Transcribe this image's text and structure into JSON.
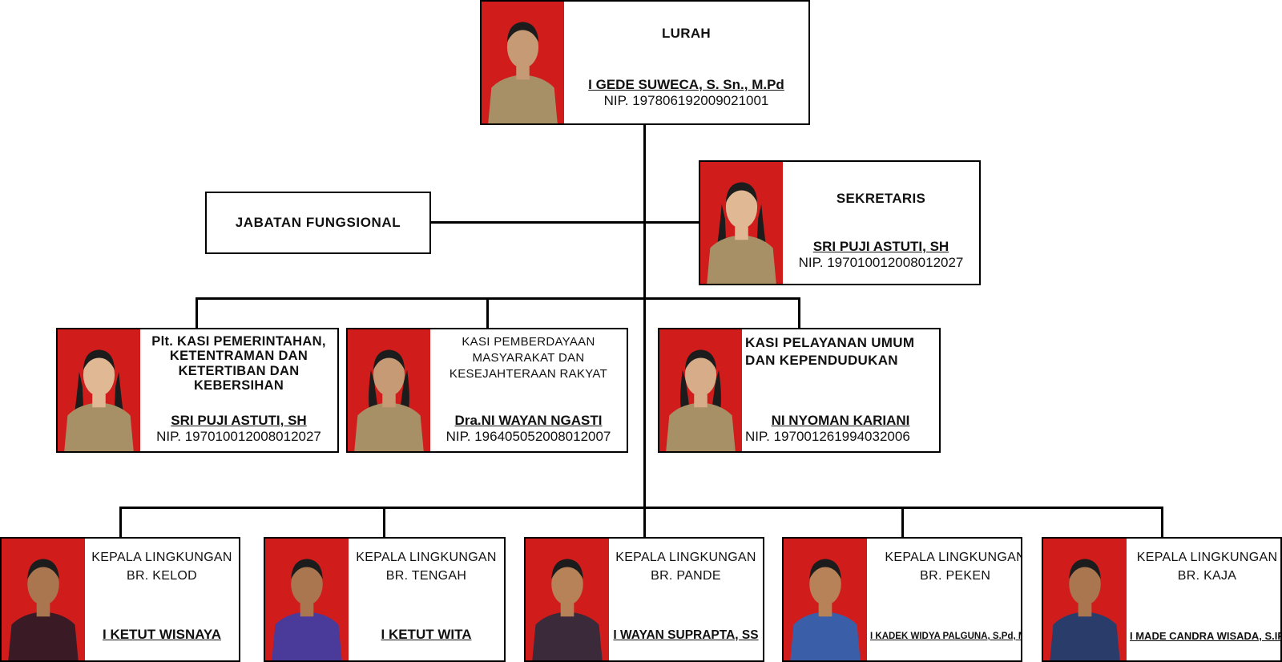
{
  "lurah": {
    "title": "LURAH",
    "name": "I GEDE SUWECA, S. Sn., M.Pd",
    "nip": "NIP. 197806192009021001"
  },
  "sekretaris": {
    "title": "SEKRETARIS",
    "name": "SRI PUJI ASTUTI, SH",
    "nip": "NIP. 197010012008012027"
  },
  "jabatan_fungsional": {
    "label": "JABATAN FUNGSIONAL"
  },
  "kasi": [
    {
      "title": "Plt. KASI PEMERINTAHAN,\nKETENTRAMAN DAN\nKETERTIBAN DAN\nKEBERSIHAN",
      "name": "SRI PUJI ASTUTI, SH",
      "nip": "NIP. 197010012008012027"
    },
    {
      "title": "KASI PEMBERDAYAAN\nMASYARAKAT DAN\nKESEJAHTERAAN RAKYAT",
      "name": "Dra.NI WAYAN NGASTI",
      "nip": "NIP. 196405052008012007"
    },
    {
      "title": "KASI PELAYANAN UMUM\nDAN KEPENDUDUKAN",
      "name": "NI NYOMAN KARIANI",
      "nip": "NIP. 197001261994032006"
    }
  ],
  "kepala_lingkungan": [
    {
      "title": "KEPALA LINGKUNGAN\nBR. KELOD",
      "name": "I KETUT WISNAYA"
    },
    {
      "title": "KEPALA LINGKUNGAN\nBR. TENGAH",
      "name": "I KETUT WITA"
    },
    {
      "title": "KEPALA LINGKUNGAN\nBR. PANDE",
      "name": "I WAYAN SUPRAPTA, SS"
    },
    {
      "title": "KEPALA LINGKUNGAN\nBR. PEKEN",
      "name": "I KADEK WIDYA PALGUNA, S.Pd, M.Pd"
    },
    {
      "title": "KEPALA LINGKUNGAN\nBR. KAJA",
      "name": "I MADE CANDRA WISADA, S.IP"
    }
  ],
  "colors": {
    "photo_background": "#d11c1c",
    "uniform_khaki": "#a89066",
    "line": "#000000"
  }
}
